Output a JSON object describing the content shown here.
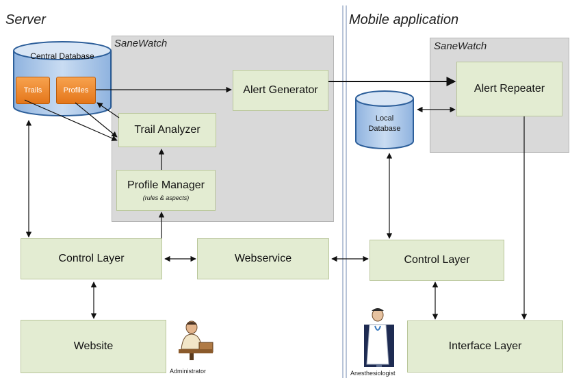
{
  "server": {
    "title": "Server",
    "sanewatch_label": "SaneWatch",
    "central_db": {
      "title": "Central Database",
      "trails": "Trails",
      "profiles": "Profiles"
    },
    "alert_generator": "Alert Generator",
    "trail_analyzer": "Trail Analyzer",
    "profile_manager": {
      "title": "Profile Manager",
      "subtitle": "(rules & aspects)"
    },
    "control_layer": "Control Layer",
    "webservice": "Webservice",
    "website": "Website",
    "administrator": "Administrator"
  },
  "mobile": {
    "title": "Mobile application",
    "sanewatch_label": "SaneWatch",
    "alert_repeater": "Alert Repeater",
    "local_db": {
      "line1": "Local",
      "line2": "Database"
    },
    "control_layer": "Control Layer",
    "interface_layer": "Interface Layer",
    "anesthesiologist": "Anesthesiologist"
  },
  "colors": {
    "component_fill": "#e3ecd2",
    "sanewatch_fill": "#d9d9d9",
    "database_fill": "#a7c4e6",
    "badge_fill": "#f08c2c"
  }
}
